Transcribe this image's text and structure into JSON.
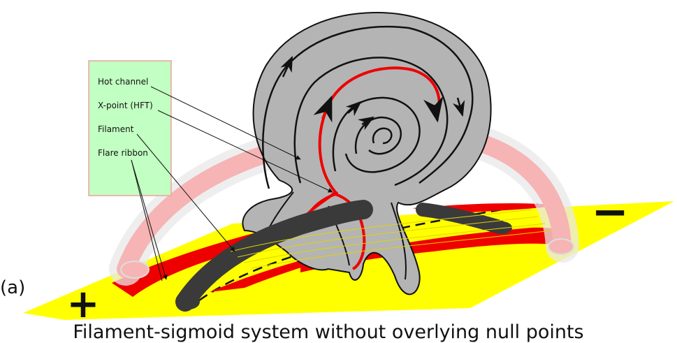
{
  "panel_label": "(a)",
  "caption": "Filament-sigmoid system without overlying null points",
  "polarity": {
    "positive": "+",
    "negative": "−"
  },
  "legend": {
    "items": [
      {
        "label": "Hot channel"
      },
      {
        "label": "X-point (HFT)"
      },
      {
        "label": "Filament"
      },
      {
        "label": "Flare ribbon"
      }
    ]
  },
  "colors": {
    "photosphere": "#ffff00",
    "ribbon": "#ee0000",
    "filament": "#3a3a3a",
    "surface": "#b4b4b4",
    "hot_channel": "#f6b4b4",
    "legend_fill": "#c2ffc2",
    "legend_border": "#f0a0a0",
    "field_line": "#111111",
    "flux_rope_line": "#ee0000"
  }
}
